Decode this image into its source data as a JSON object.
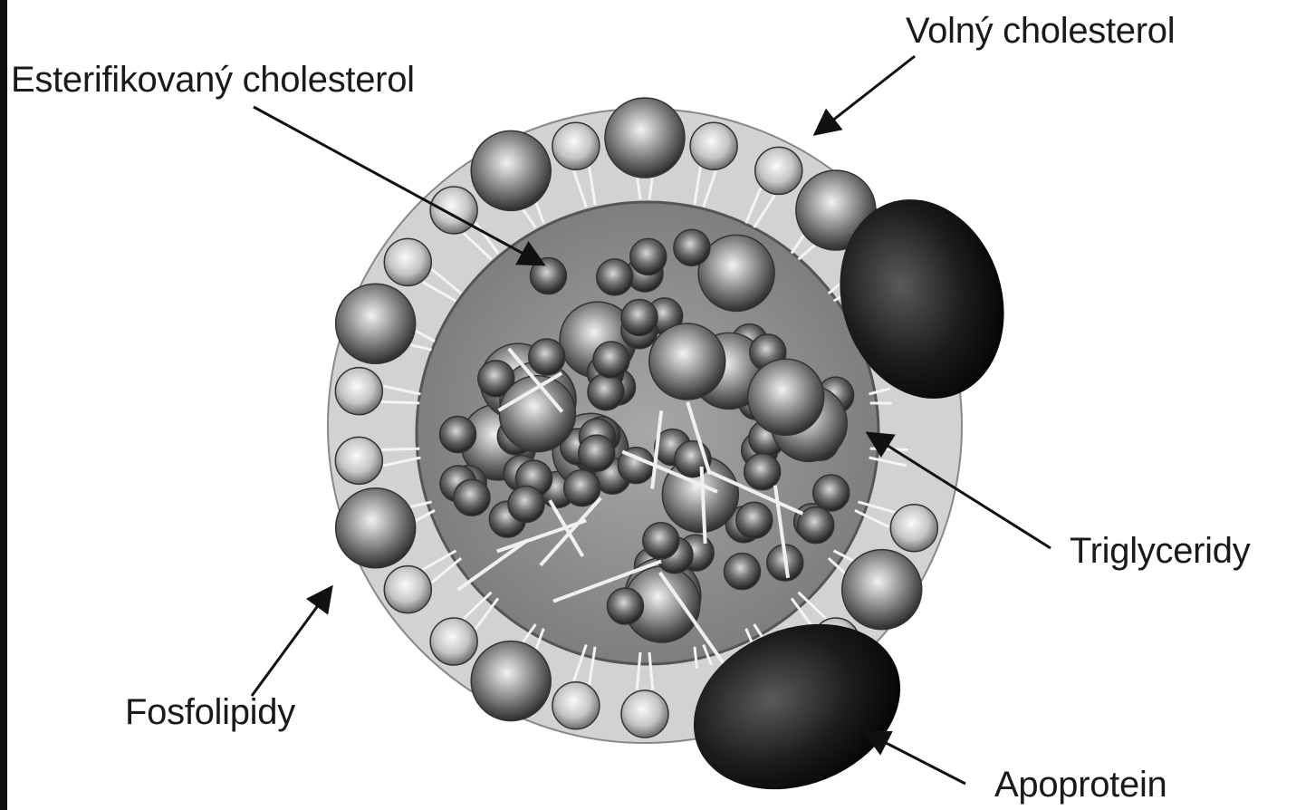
{
  "diagram": {
    "labels": {
      "free_cholesterol": "Volný cholesterol",
      "esterified_cholesterol": "Esterifikovaný cholesterol",
      "triglycerides": "Triglyceridy",
      "phospholipids": "Fosfolipidy",
      "apoprotein": "Apoprotein"
    },
    "colors": {
      "ink": "#1a1a1a",
      "core_fill": "#8a8a8a",
      "shell_fill": "#cfcfcf",
      "sphere_light": "#e8e8e8",
      "sphere_dark": "#3a3a3a",
      "protein_dark": "#151515"
    }
  }
}
